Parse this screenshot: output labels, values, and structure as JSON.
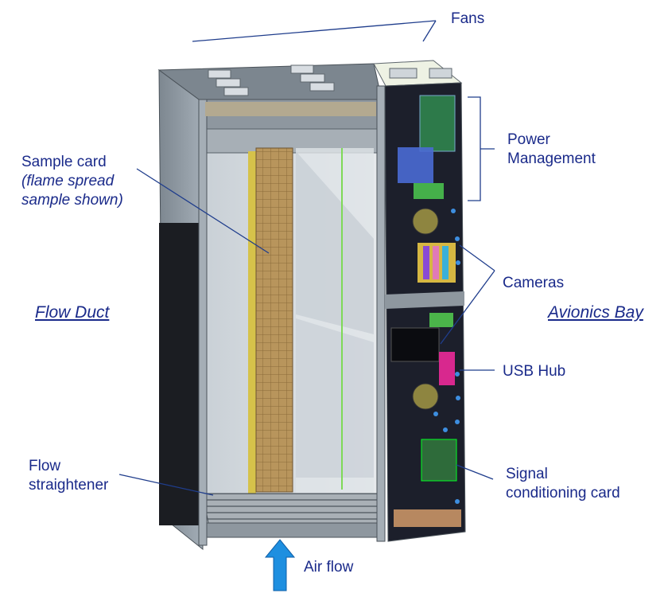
{
  "labels": {
    "fans": "Fans",
    "power_management": [
      "Power",
      "Management"
    ],
    "sample_card": [
      "Sample card",
      "(flame spread",
      "sample shown)"
    ],
    "flow_duct": "Flow Duct",
    "cameras": "Cameras",
    "avionics_bay": "Avionics Bay",
    "usb_hub": "USB Hub",
    "flow_straightener": [
      "Flow",
      "straightener"
    ],
    "signal_conditioning_card": [
      "Signal",
      "conditioning card"
    ],
    "air_flow": "Air flow"
  },
  "colors": {
    "label_text": "#1a2a8a",
    "leader_line": "#1f3d8c",
    "arrow": "#1e8fe0",
    "frame_gray": "#8f99a3",
    "sample_card": "#b89a66",
    "avionics_dark": "#1c1f2b"
  }
}
